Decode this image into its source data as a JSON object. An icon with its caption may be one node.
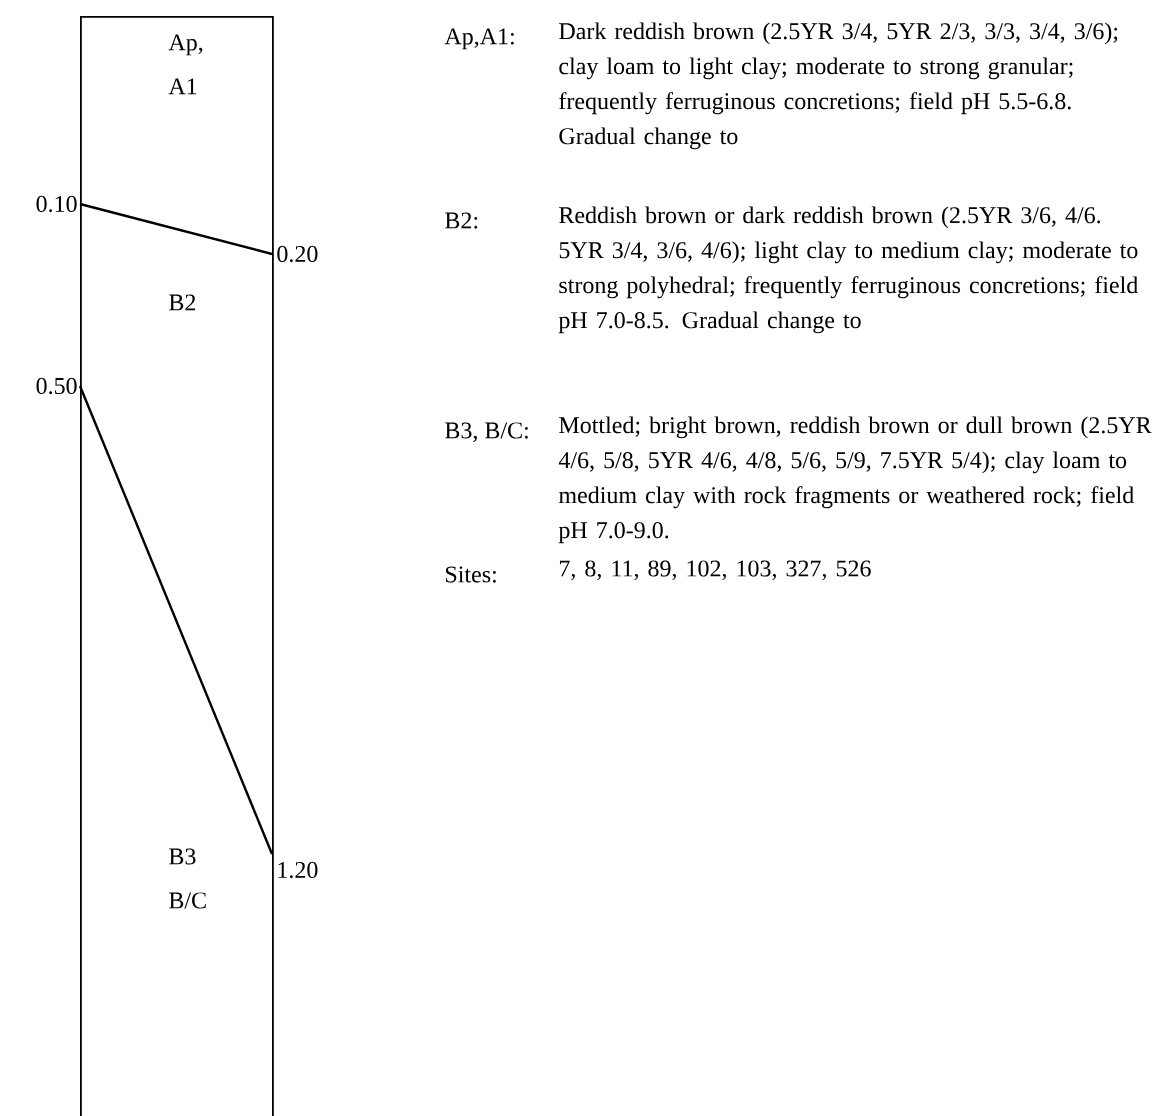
{
  "diagram": {
    "nodes": [
      {
        "text": [
          "Ap, A1",
          "B2",
          "B3 B/C"
        ]
      }
    ],
    "labels": [
      "0.10",
      "0.20",
      "0.50",
      "1.20",
      "Ap,A1:",
      "Dark reddish brown (2.5YR 3/4, 5YR 2/3, 3/3, 3/4, 3/6); clay loam to light clay; moderate to strong granular; frequently ferruginous concretions; field pH 5.5-6.8.  Gradual change to",
      "B2:",
      "Reddish brown or dark reddish brown (2.5YR 3/6, 4/6. 5YR 3/4, 3/6, 4/6); light clay to medium clay; moderate to strong polyhedral; frequently ferruginous concretions; field pH 7.0-8.5.  Gradual change to",
      "B3, B/C:",
      "Mottled; bright brown, reddish brown or dull brown (2.5YR 4/6, 5/8, 5YR 4/6, 4/8, 5/6, 5/9, 7.5YR 5/4); clay loam to medium clay with rock fragments or weathered rock; field pH 7.0-9.0.",
      "Sites:",
      "7, 8, 11, 89, 102, 103, 327, 526"
    ]
  }
}
